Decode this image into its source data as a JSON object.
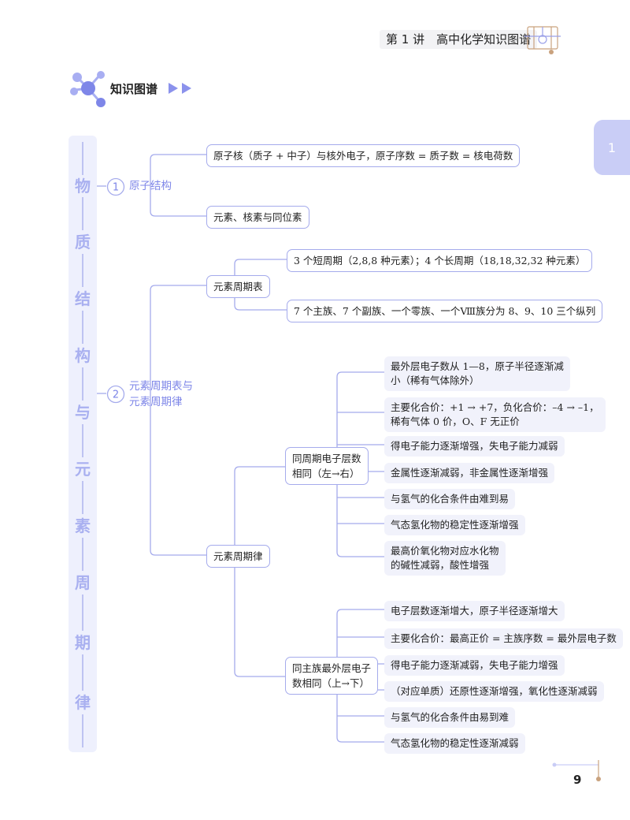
{
  "header": {
    "title": "第 1 讲　高中化学知识图谱",
    "side_tab": "1"
  },
  "section": {
    "title": "知识图谱"
  },
  "spine": {
    "chars": [
      "物",
      "质",
      "结",
      "构",
      "与",
      "元",
      "素",
      "周",
      "期",
      "律"
    ]
  },
  "branches": [
    {
      "number": "1",
      "label": "原子结构",
      "items": [
        "原子核（质子 + 中子）与核外电子，原子序数 = 质子数 = 核电荷数",
        "元素、核素与同位素"
      ]
    },
    {
      "number": "2",
      "label_lines": [
        "元素周期表与",
        "元素周期律"
      ],
      "table": {
        "label": "元素周期表",
        "items": [
          "3 个短周期（2,8,8 种元素）；4 个长周期（18,18,32,32 种元素）",
          "7 个主族、7 个副族、一个零族、一个Ⅷ族分为 8、9、10 三个纵列"
        ]
      },
      "law": {
        "label": "元素周期律",
        "period": {
          "label_lines": [
            "同周期电子层数",
            "相同（左→右）"
          ],
          "items": [
            [
              "最外层电子数从 1—8，原子半径逐渐减",
              "小（稀有气体除外）"
            ],
            [
              "主要化合价：+1 → +7，负化合价：–4 → –1，",
              "稀有气体 0 价，O、F 无正价"
            ],
            [
              "得电子能力逐渐增强，失电子能力减弱"
            ],
            [
              "金属性逐渐减弱，非金属性逐渐增强"
            ],
            [
              "与氢气的化合条件由难到易"
            ],
            [
              "气态氢化物的稳定性逐渐增强"
            ],
            [
              "最高价氧化物对应水化物",
              "的碱性减弱，酸性增强"
            ]
          ]
        },
        "group": {
          "label_lines": [
            "同主族最外层电子",
            "数相同（上→下）"
          ],
          "items": [
            "电子层数逐渐增大，原子半径逐渐增大",
            "主要化合价：最高正价 = 主族序数 = 最外层电子数",
            "得电子能力逐渐减弱，失电子能力增强",
            "（对应单质）还原性逐渐增强，氧化性逐渐减弱",
            "与氢气的化合条件由易到难",
            "气态氢化物的稳定性逐渐减弱"
          ]
        }
      }
    }
  ],
  "footer": {
    "page_number": "9"
  },
  "colors": {
    "accent": "#7e86e8",
    "line": "#a5abec",
    "spine": "#eef0fd",
    "tab": "#c9cdf6"
  }
}
